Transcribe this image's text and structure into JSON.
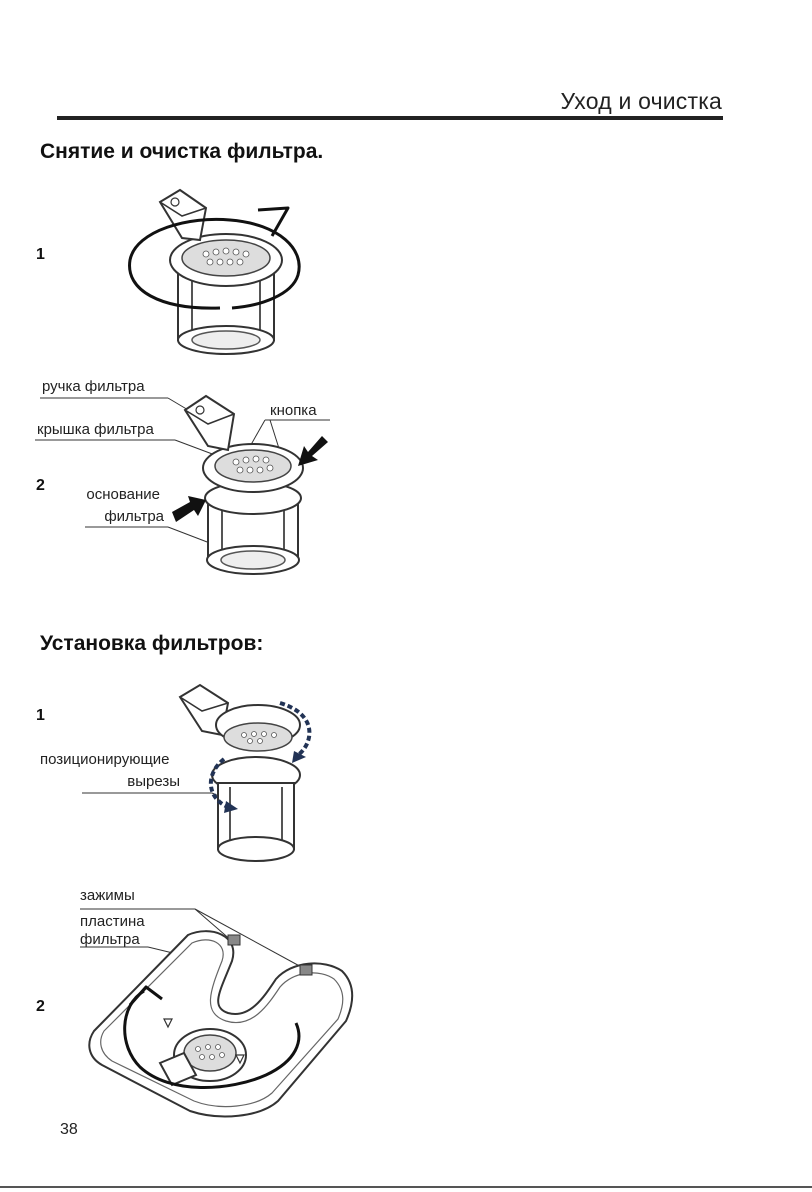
{
  "header": {
    "title": "Уход и очистка"
  },
  "sections": {
    "removal": {
      "title": "Снятие и очистка фильтра.",
      "step1": "1",
      "step2": "2",
      "labels": {
        "handle": "ручка фильтра",
        "cover": "крышка фильтра",
        "button": "кнопка",
        "base_line1": "основание",
        "base_line2": "фильтра"
      }
    },
    "installation": {
      "title": "Установка фильтров:",
      "step1": "1",
      "step2": "2",
      "labels": {
        "notches_line1": "позиционирующие",
        "notches_line2": "вырезы",
        "clamps": "зажимы",
        "plate_line1": "пластина",
        "plate_line2": "фильтра"
      }
    }
  },
  "footer": {
    "page_number": "38"
  }
}
